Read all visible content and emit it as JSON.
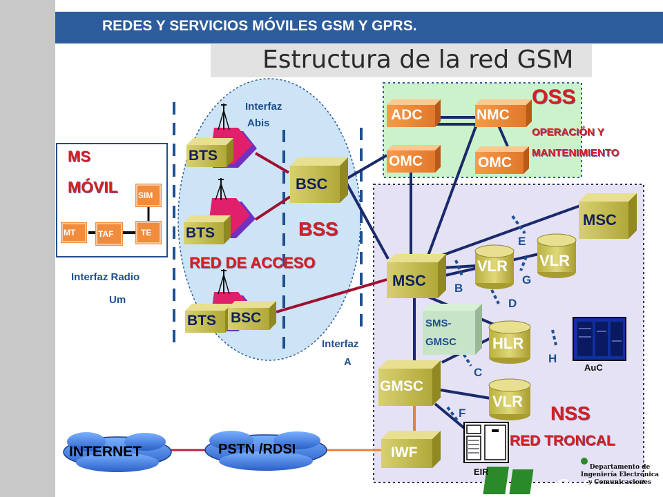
{
  "header": {
    "title": "REDES Y SERVICIOS MÓVILES GSM Y GPRS.",
    "subtitle": "Estructura de la red GSM"
  },
  "ms": {
    "title": "MS",
    "subtitle": "MÓVIL",
    "sim": "SIM",
    "mt": "MT",
    "taf": "TAF",
    "te": "TE",
    "interface_line1": "Interfaz Radio",
    "interface_line2": "Um"
  },
  "bss": {
    "abis_line1": "Interfaz",
    "abis_line2": "Abis",
    "bts1": "BTS",
    "bts2": "BTS",
    "bts3": "BTS",
    "bsc_main": "BSC",
    "bsc_small": "BSC",
    "title": "BSS",
    "subtitle": "RED DE ACCESO",
    "a_line1": "Interfaz",
    "a_line2": "A"
  },
  "oss": {
    "title": "OSS",
    "subtitle_line1": "OPERACIÓN Y",
    "subtitle_line2": "MANTENIMIENTO",
    "adc": "ADC",
    "nmc": "NMC",
    "omc1": "OMC",
    "omc2": "OMC"
  },
  "nss": {
    "msc_main": "MSC",
    "msc_remote": "MSC",
    "vlr1": "VLR",
    "vlr2": "VLR",
    "vlr3": "VLR",
    "hlr": "HLR",
    "sms_line1": "SMS-",
    "sms_line2": "GMSC",
    "gmsc": "GMSC",
    "iwf": "IWF",
    "auc": "AuC",
    "eir": "EIR",
    "title": "NSS",
    "subtitle": "RED TRONCAL",
    "iface_b": "B",
    "iface_c": "C",
    "iface_d": "D",
    "iface_e": "E",
    "iface_f": "F",
    "iface_g": "G",
    "iface_h": "H"
  },
  "external": {
    "internet": "INTERNET",
    "pstn": "PSTN /RDSI"
  },
  "dept": {
    "line1": "Departamento de",
    "line2": "Ingeniería Electrónica",
    "line3": "y Comunicaciones"
  },
  "colors": {
    "header_bg": "#2c5c9c",
    "box_orange": "#f08c3c",
    "box_olive": "#c8c050",
    "cloud_blue": "#3a7ad8",
    "label_red": "#d42020",
    "label_blue": "#1f4f8f"
  }
}
